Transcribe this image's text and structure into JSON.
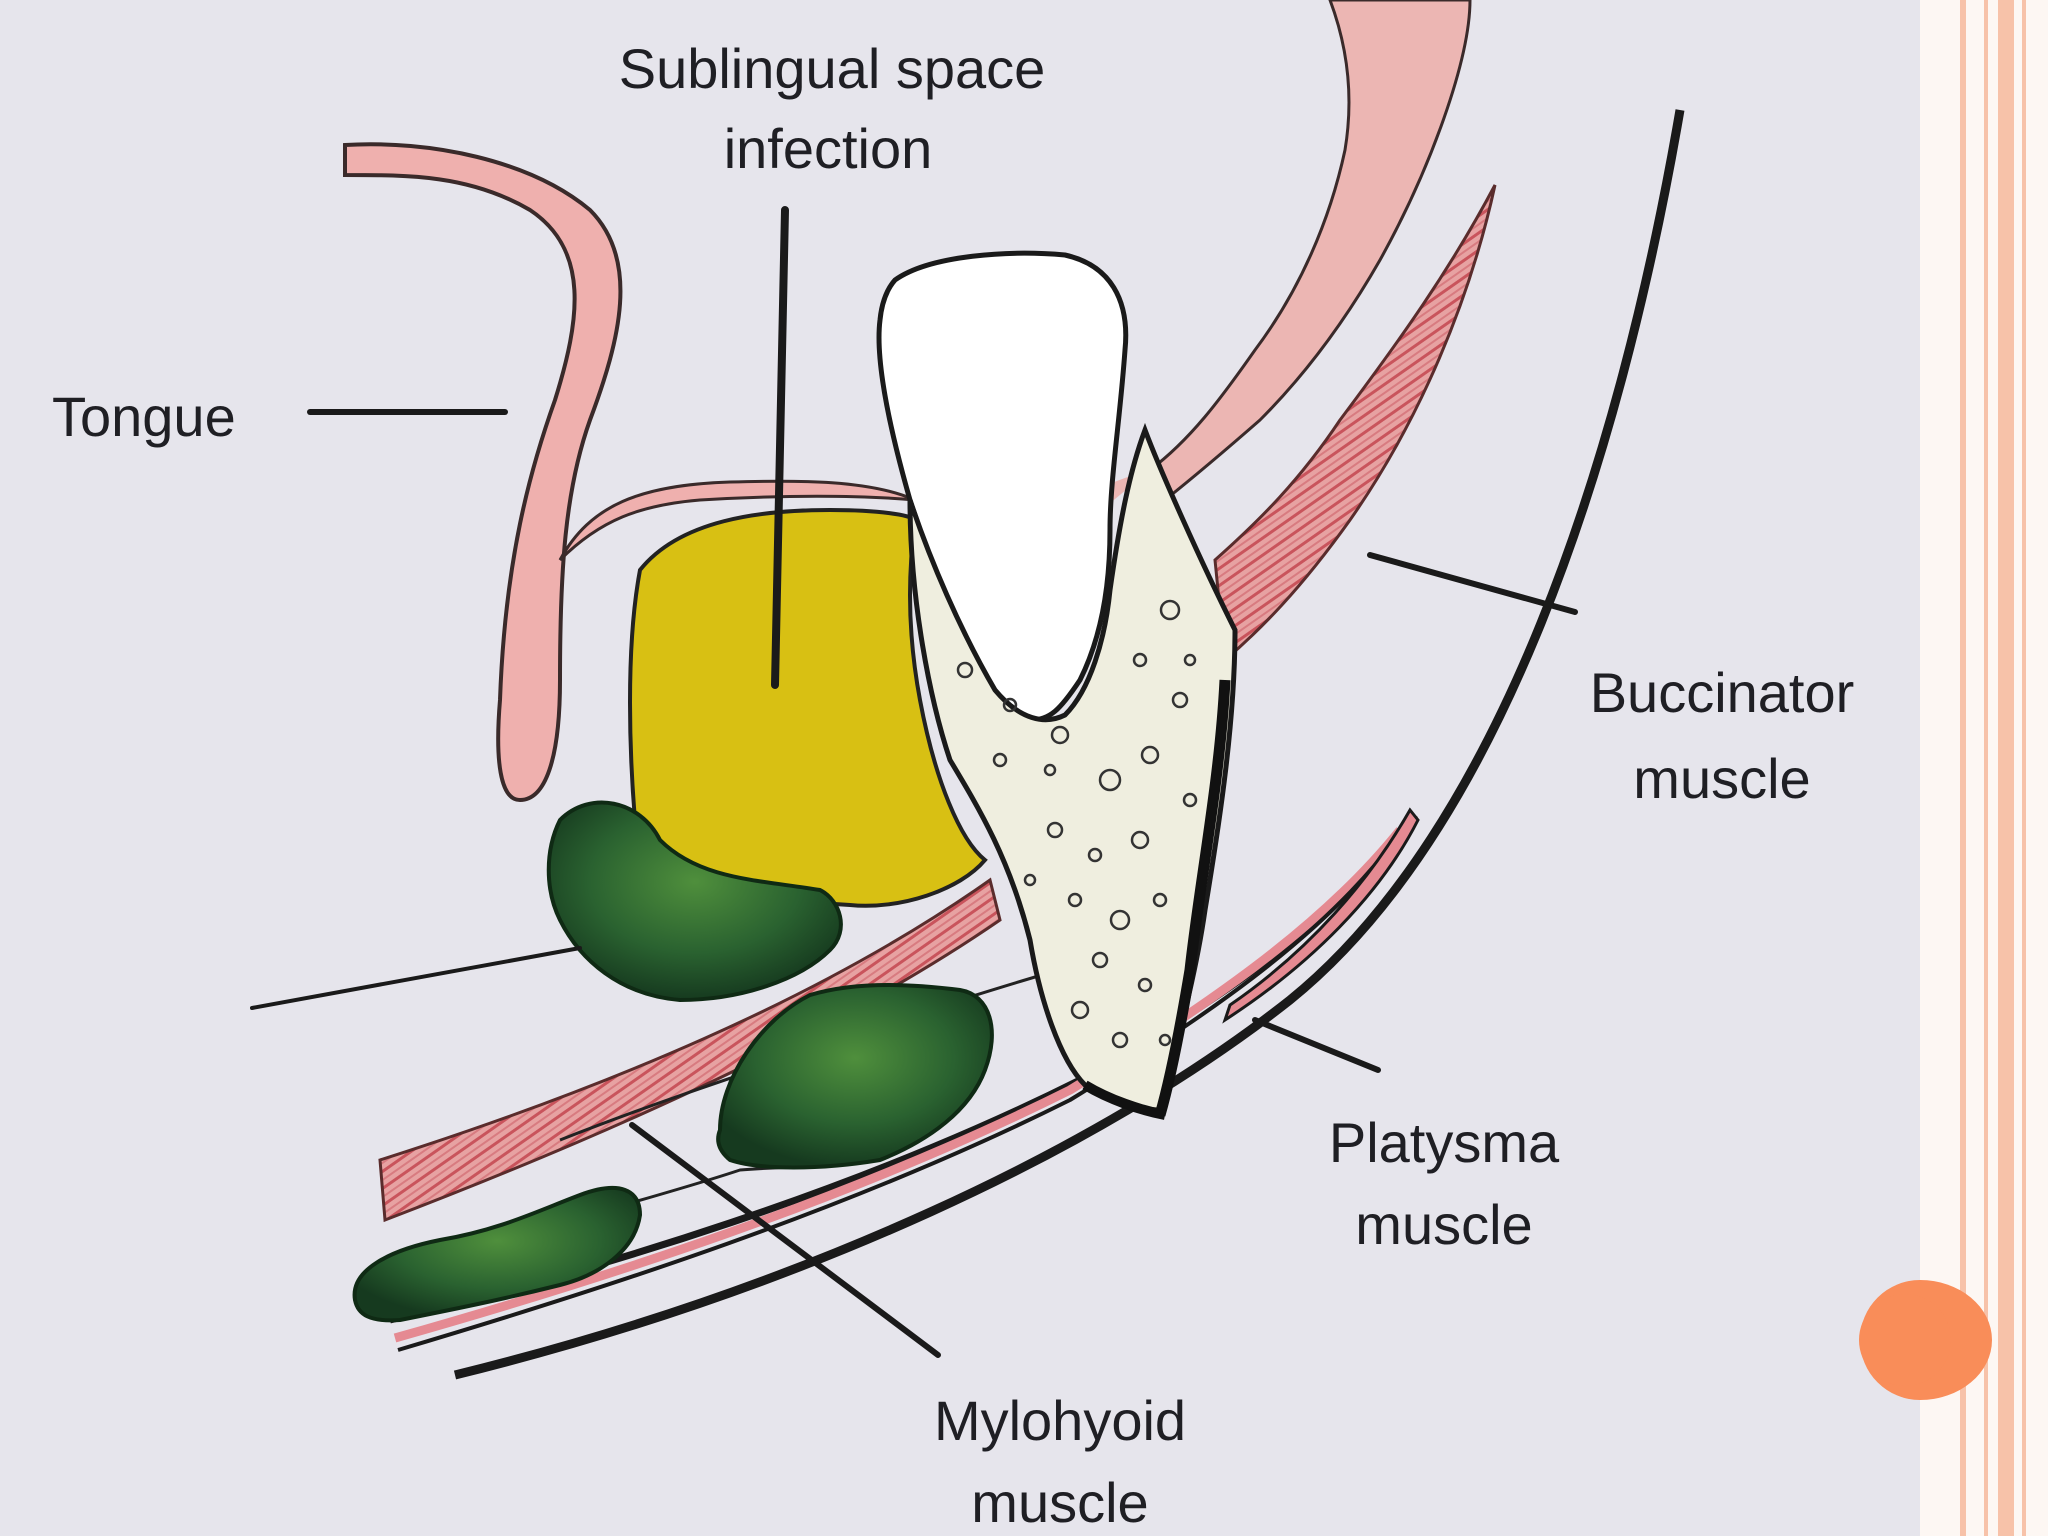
{
  "diagram": {
    "labels": {
      "sublingual_infection": [
        "Sublingual space",
        "infection"
      ],
      "tongue": "Tongue",
      "buccinator": [
        "Buccinator",
        "muscle"
      ],
      "platysma": [
        "Platysma",
        "muscle"
      ],
      "mylohyoid": [
        "Mylohyoid",
        "muscle"
      ]
    }
  },
  "colors": {
    "background": "#e6e5ec",
    "mucosa": "#efb0ae",
    "muscle": "#dc7f82",
    "infection": "#d8c013",
    "gland": "#23582c",
    "bone": "#efeedf",
    "slide_accent": "#f98d59",
    "slide_stripe": "#f7c2a9"
  }
}
